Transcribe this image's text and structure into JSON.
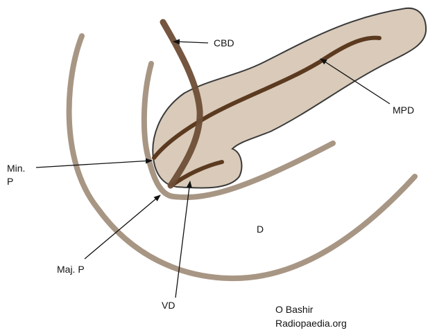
{
  "labels": {
    "cbd": "CBD",
    "mpd": "MPD",
    "min_p_line1": "Min.",
    "min_p_line2": "P",
    "maj_p": "Maj. P",
    "vd": "VD",
    "d": "D"
  },
  "credit": {
    "author": "O Bashir",
    "source": "Radiopaedia.org"
  },
  "colors": {
    "pancreas_fill": "#d9cab9",
    "pancreas_outline": "#3a3a3a",
    "duodenum": "#a89684",
    "cbd": "#6e4d36",
    "duct": "#5b3a20"
  }
}
